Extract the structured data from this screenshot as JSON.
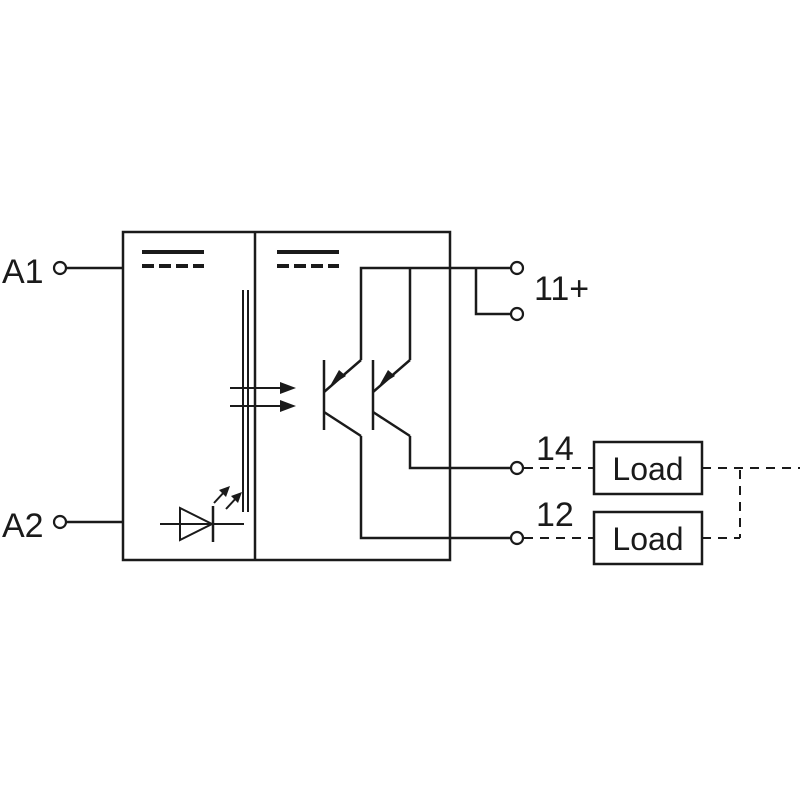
{
  "terminals": {
    "a1": "A1",
    "a2": "A2",
    "t11": "11+",
    "t14": "14",
    "t12": "12"
  },
  "loads": {
    "upper": "Load",
    "lower": "Load"
  },
  "colors": {
    "line": "#1a1a1a",
    "background": "#ffffff"
  }
}
